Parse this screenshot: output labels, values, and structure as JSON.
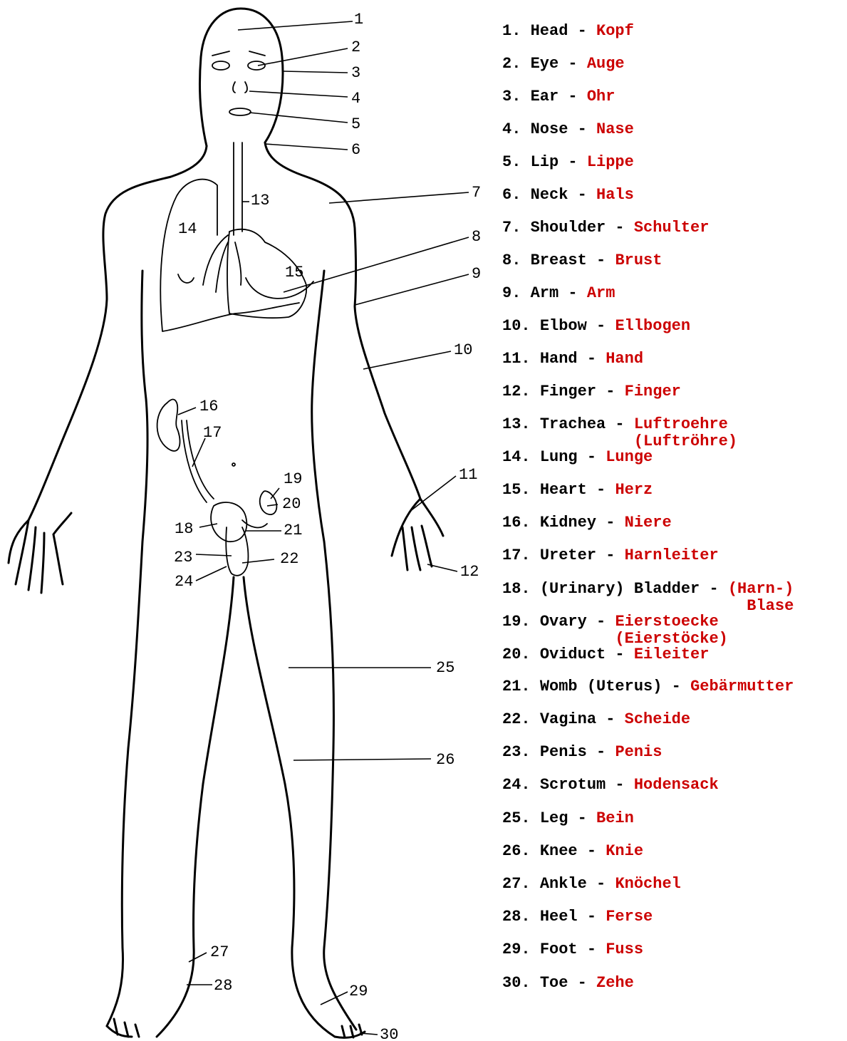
{
  "colors": {
    "english": "#000000",
    "german": "#cc0000",
    "outline": "#000000"
  },
  "callout_numbers": [
    "1",
    "2",
    "3",
    "4",
    "5",
    "6",
    "7",
    "8",
    "9",
    "10",
    "11",
    "12",
    "13",
    "14",
    "15",
    "16",
    "17",
    "18",
    "19",
    "20",
    "21",
    "22",
    "23",
    "24",
    "25",
    "26",
    "27",
    "28",
    "29",
    "30"
  ],
  "legend": [
    {
      "n": "1.",
      "en": "Head",
      "de": "Kopf"
    },
    {
      "n": "2.",
      "en": "Eye",
      "de": "Auge"
    },
    {
      "n": "3.",
      "en": "Ear",
      "de": "Ohr"
    },
    {
      "n": "4.",
      "en": "Nose",
      "de": "Nase"
    },
    {
      "n": "5.",
      "en": "Lip",
      "de": "Lippe"
    },
    {
      "n": "6.",
      "en": "Neck",
      "de": "Hals"
    },
    {
      "n": "7.",
      "en": "Shoulder",
      "de": "Schulter"
    },
    {
      "n": "8.",
      "en": "Breast",
      "de": "Brust"
    },
    {
      "n": "9.",
      "en": "Arm",
      "de": "Arm"
    },
    {
      "n": "10.",
      "en": "Elbow",
      "de": "Ellbogen"
    },
    {
      "n": "11.",
      "en": "Hand",
      "de": "Hand"
    },
    {
      "n": "12.",
      "en": "Finger",
      "de": "Finger"
    },
    {
      "n": "13.",
      "en": "Trachea",
      "de": "Luftroehre",
      "de2": "(Luftröhre)"
    },
    {
      "n": "14.",
      "en": "Lung",
      "de": "Lunge"
    },
    {
      "n": "15.",
      "en": "Heart",
      "de": "Herz"
    },
    {
      "n": "16.",
      "en": "Kidney",
      "de": "Niere"
    },
    {
      "n": "17.",
      "en": "Ureter",
      "de": "Harnleiter"
    },
    {
      "n": "18.",
      "en": "(Urinary) Bladder",
      "de": "(Harn-)",
      "de2": "Blase"
    },
    {
      "n": "19.",
      "en": "Ovary",
      "de": "Eierstoecke",
      "de2": "(Eierstöcke)"
    },
    {
      "n": "20.",
      "en": "Oviduct",
      "de": "Eileiter"
    },
    {
      "n": "21.",
      "en": "Womb (Uterus)",
      "de": "Gebärmutter"
    },
    {
      "n": "22.",
      "en": "Vagina",
      "de": "Scheide"
    },
    {
      "n": "23.",
      "en": "Penis",
      "de": "Penis"
    },
    {
      "n": "24.",
      "en": "Scrotum",
      "de": "Hodensack"
    },
    {
      "n": "25.",
      "en": "Leg",
      "de": "Bein"
    },
    {
      "n": "26.",
      "en": "Knee",
      "de": "Knie"
    },
    {
      "n": "27.",
      "en": "Ankle",
      "de": "Knöchel"
    },
    {
      "n": "28.",
      "en": "Heel",
      "de": "Ferse"
    },
    {
      "n": "29.",
      "en": "Foot",
      "de": "Fuss"
    },
    {
      "n": "30.",
      "en": "Toe",
      "de": "Zehe"
    }
  ]
}
